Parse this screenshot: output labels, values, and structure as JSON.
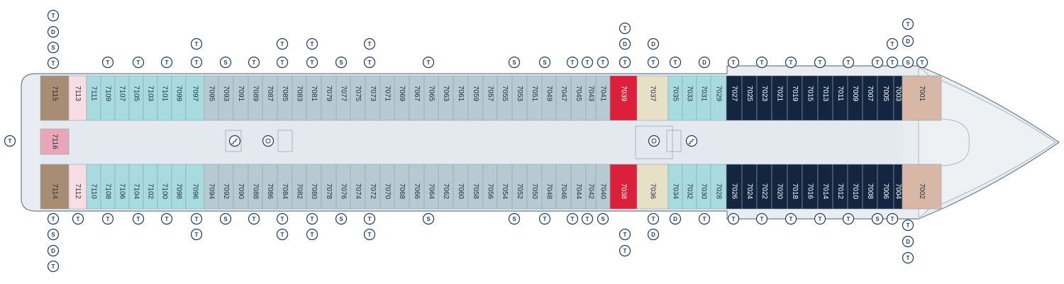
{
  "colors": {
    "hull": "#e9edf1",
    "hull_stroke": "#6b7f91",
    "corridor": "#e4e9ef",
    "grey_cabin": "#b7c9d1",
    "teal_cabin": "#a8dbe0",
    "navy_cabin": "#13253f",
    "red_cabin": "#dc1f3a",
    "cream_cabin": "#e8e0c6",
    "brown_cabin": "#a88c73",
    "pink_cabin": "#e8a6b6",
    "light_pink_cabin": "#f9dde4",
    "tan_cabin": "#d8b7a6",
    "bow": "#eef1f4",
    "symbol_stroke": "#1e3a5f"
  },
  "deck": {
    "top_rooms": [
      {
        "n": "7115",
        "c": "brown_cabin"
      },
      {
        "n": "7113",
        "c": "light_pink_cabin"
      },
      {
        "n": "7111",
        "c": "teal_cabin"
      },
      {
        "n": "7109",
        "c": "teal_cabin"
      },
      {
        "n": "7107",
        "c": "teal_cabin"
      },
      {
        "n": "7105",
        "c": "teal_cabin"
      },
      {
        "n": "7103",
        "c": "teal_cabin"
      },
      {
        "n": "7101",
        "c": "teal_cabin"
      },
      {
        "n": "7099",
        "c": "teal_cabin"
      },
      {
        "n": "7097",
        "c": "teal_cabin"
      },
      {
        "n": "7095",
        "c": "grey_cabin"
      },
      {
        "n": "7093",
        "c": "grey_cabin"
      },
      {
        "n": "7091",
        "c": "grey_cabin"
      },
      {
        "n": "7089",
        "c": "grey_cabin"
      },
      {
        "n": "7087",
        "c": "grey_cabin"
      },
      {
        "n": "7085",
        "c": "grey_cabin"
      },
      {
        "n": "7083",
        "c": "grey_cabin"
      },
      {
        "n": "7081",
        "c": "grey_cabin"
      },
      {
        "n": "7079",
        "c": "grey_cabin"
      },
      {
        "n": "7077",
        "c": "grey_cabin"
      },
      {
        "n": "7075",
        "c": "grey_cabin"
      },
      {
        "n": "7073",
        "c": "grey_cabin"
      },
      {
        "n": "7071",
        "c": "grey_cabin"
      },
      {
        "n": "7069",
        "c": "grey_cabin"
      },
      {
        "n": "7067",
        "c": "grey_cabin"
      },
      {
        "n": "7065",
        "c": "grey_cabin"
      },
      {
        "n": "7063",
        "c": "grey_cabin"
      },
      {
        "n": "7061",
        "c": "grey_cabin"
      },
      {
        "n": "7059",
        "c": "grey_cabin"
      },
      {
        "n": "7057",
        "c": "grey_cabin"
      },
      {
        "n": "7055",
        "c": "grey_cabin"
      },
      {
        "n": "7053",
        "c": "grey_cabin"
      },
      {
        "n": "7051",
        "c": "grey_cabin"
      },
      {
        "n": "7049",
        "c": "grey_cabin"
      },
      {
        "n": "7047",
        "c": "grey_cabin"
      },
      {
        "n": "7045",
        "c": "grey_cabin"
      },
      {
        "n": "7043",
        "c": "grey_cabin"
      },
      {
        "n": "7041",
        "c": "grey_cabin"
      },
      {
        "n": "7039",
        "c": "red_cabin"
      },
      {
        "n": "7037",
        "c": "cream_cabin"
      },
      {
        "n": "7035",
        "c": "teal_cabin"
      },
      {
        "n": "7033",
        "c": "teal_cabin"
      },
      {
        "n": "7031",
        "c": "teal_cabin"
      },
      {
        "n": "7029",
        "c": "teal_cabin"
      },
      {
        "n": "7027",
        "c": "navy_cabin"
      },
      {
        "n": "7025",
        "c": "navy_cabin"
      },
      {
        "n": "7023",
        "c": "navy_cabin"
      },
      {
        "n": "7021",
        "c": "navy_cabin"
      },
      {
        "n": "7019",
        "c": "navy_cabin"
      },
      {
        "n": "7015",
        "c": "navy_cabin"
      },
      {
        "n": "7013",
        "c": "navy_cabin"
      },
      {
        "n": "7011",
        "c": "navy_cabin"
      },
      {
        "n": "7009",
        "c": "navy_cabin"
      },
      {
        "n": "7007",
        "c": "navy_cabin"
      },
      {
        "n": "7005",
        "c": "navy_cabin"
      },
      {
        "n": "7003",
        "c": "navy_cabin"
      },
      {
        "n": "7001",
        "c": "tan_cabin"
      }
    ],
    "bottom_rooms": [
      {
        "n": "7114",
        "c": "brown_cabin"
      },
      {
        "n": "7112",
        "c": "light_pink_cabin"
      },
      {
        "n": "7110",
        "c": "teal_cabin"
      },
      {
        "n": "7108",
        "c": "teal_cabin"
      },
      {
        "n": "7106",
        "c": "teal_cabin"
      },
      {
        "n": "7104",
        "c": "teal_cabin"
      },
      {
        "n": "7102",
        "c": "teal_cabin"
      },
      {
        "n": "7100",
        "c": "teal_cabin"
      },
      {
        "n": "7098",
        "c": "teal_cabin"
      },
      {
        "n": "7096",
        "c": "teal_cabin"
      },
      {
        "n": "7094",
        "c": "grey_cabin"
      },
      {
        "n": "7092",
        "c": "grey_cabin"
      },
      {
        "n": "7090",
        "c": "grey_cabin"
      },
      {
        "n": "7088",
        "c": "grey_cabin"
      },
      {
        "n": "7086",
        "c": "grey_cabin"
      },
      {
        "n": "7084",
        "c": "grey_cabin"
      },
      {
        "n": "7082",
        "c": "grey_cabin"
      },
      {
        "n": "7080",
        "c": "grey_cabin"
      },
      {
        "n": "7078",
        "c": "grey_cabin"
      },
      {
        "n": "7076",
        "c": "grey_cabin"
      },
      {
        "n": "7074",
        "c": "grey_cabin"
      },
      {
        "n": "7072",
        "c": "grey_cabin"
      },
      {
        "n": "7070",
        "c": "grey_cabin"
      },
      {
        "n": "7068",
        "c": "grey_cabin"
      },
      {
        "n": "7066",
        "c": "grey_cabin"
      },
      {
        "n": "7064",
        "c": "grey_cabin"
      },
      {
        "n": "7062",
        "c": "grey_cabin"
      },
      {
        "n": "7060",
        "c": "grey_cabin"
      },
      {
        "n": "7058",
        "c": "grey_cabin"
      },
      {
        "n": "7056",
        "c": "grey_cabin"
      },
      {
        "n": "7054",
        "c": "grey_cabin"
      },
      {
        "n": "7052",
        "c": "grey_cabin"
      },
      {
        "n": "7050",
        "c": "grey_cabin"
      },
      {
        "n": "7048",
        "c": "grey_cabin"
      },
      {
        "n": "7046",
        "c": "grey_cabin"
      },
      {
        "n": "7044",
        "c": "grey_cabin"
      },
      {
        "n": "7042",
        "c": "grey_cabin"
      },
      {
        "n": "7040",
        "c": "grey_cabin"
      },
      {
        "n": "7038",
        "c": "red_cabin"
      },
      {
        "n": "7036",
        "c": "cream_cabin"
      },
      {
        "n": "7034",
        "c": "teal_cabin"
      },
      {
        "n": "7032",
        "c": "teal_cabin"
      },
      {
        "n": "7030",
        "c": "teal_cabin"
      },
      {
        "n": "7028",
        "c": "teal_cabin"
      },
      {
        "n": "7026",
        "c": "navy_cabin"
      },
      {
        "n": "7024",
        "c": "navy_cabin"
      },
      {
        "n": "7022",
        "c": "navy_cabin"
      },
      {
        "n": "7020",
        "c": "navy_cabin"
      },
      {
        "n": "7018",
        "c": "navy_cabin"
      },
      {
        "n": "7016",
        "c": "navy_cabin"
      },
      {
        "n": "7014",
        "c": "navy_cabin"
      },
      {
        "n": "7012",
        "c": "navy_cabin"
      },
      {
        "n": "7010",
        "c": "navy_cabin"
      },
      {
        "n": "7008",
        "c": "navy_cabin"
      },
      {
        "n": "7006",
        "c": "navy_cabin"
      },
      {
        "n": "7004",
        "c": "navy_cabin"
      },
      {
        "n": "7002",
        "c": "tan_cabin"
      }
    ],
    "aft_room": {
      "n": "7116",
      "c": "pink_cabin"
    },
    "top_symbols": [
      "T",
      "T",
      "T",
      "T",
      "S",
      "T",
      "T",
      "T",
      "S",
      "T",
      "T",
      "S",
      "S",
      "T",
      "T",
      "T",
      "S",
      "T",
      "T",
      "D",
      "T",
      "T",
      "T",
      "T",
      "T",
      "T",
      "T",
      "S",
      "T"
    ],
    "bottom_symbols": [
      "T",
      "T",
      "T",
      "T",
      "T",
      "S",
      "T",
      "T",
      "T",
      "S",
      "T",
      "S",
      "S",
      "T",
      "T",
      "T",
      "S",
      "T",
      "D",
      "T",
      "T",
      "T",
      "T",
      "T",
      "T",
      "S",
      "T"
    ],
    "aft_symbol": "T",
    "centre_symbols": [
      "stairs",
      "accessible",
      "accessible",
      "stairs"
    ]
  }
}
